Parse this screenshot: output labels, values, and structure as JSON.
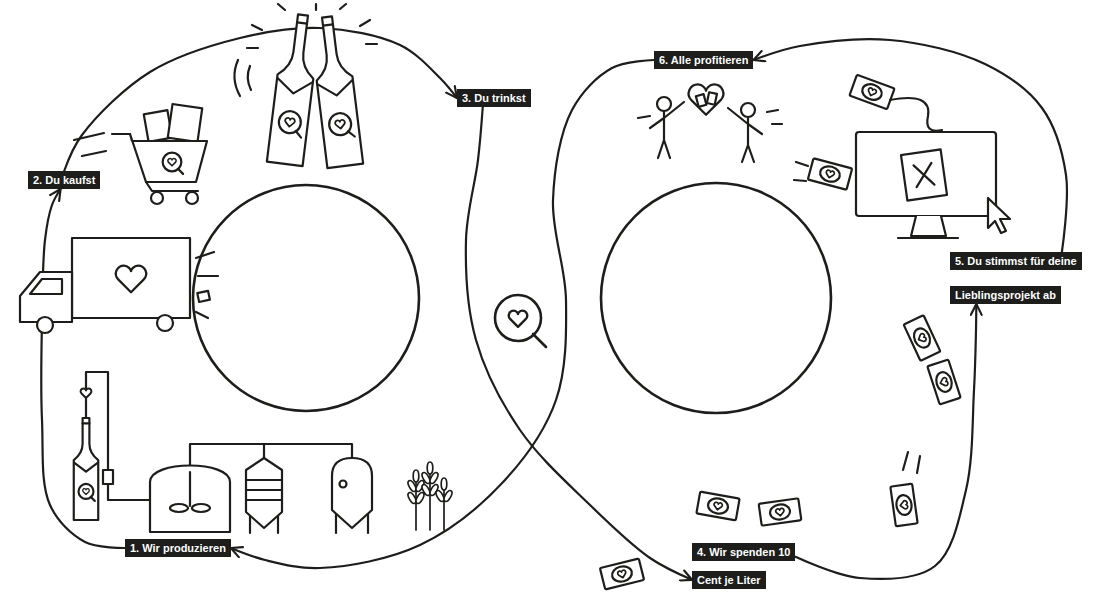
{
  "diagram": {
    "nodes": [
      {
        "text": [
          "1. Wir produzieren"
        ]
      },
      {
        "text": [
          "2. Du kaufst"
        ]
      },
      {
        "text": [
          "3. Du trinkst"
        ]
      },
      {
        "text": [
          "4. Wir spenden 10 Cent je Liter"
        ]
      },
      {
        "text": [
          "5. Du stimmst für deine Lieblingsprojekt ab"
        ]
      },
      {
        "text": [
          "6. Alle profitieren"
        ]
      }
    ],
    "edges": [
      {
        "from": 0,
        "to": 1,
        "arrow": "to"
      },
      {
        "from": 1,
        "to": 2,
        "arrow": "to"
      },
      {
        "from": 2,
        "to": 3,
        "arrow": "to"
      },
      {
        "from": 3,
        "to": 4,
        "arrow": "to"
      },
      {
        "from": 4,
        "to": 5,
        "arrow": "to"
      },
      {
        "from": 5,
        "to": 0,
        "arrow": "to"
      }
    ]
  }
}
